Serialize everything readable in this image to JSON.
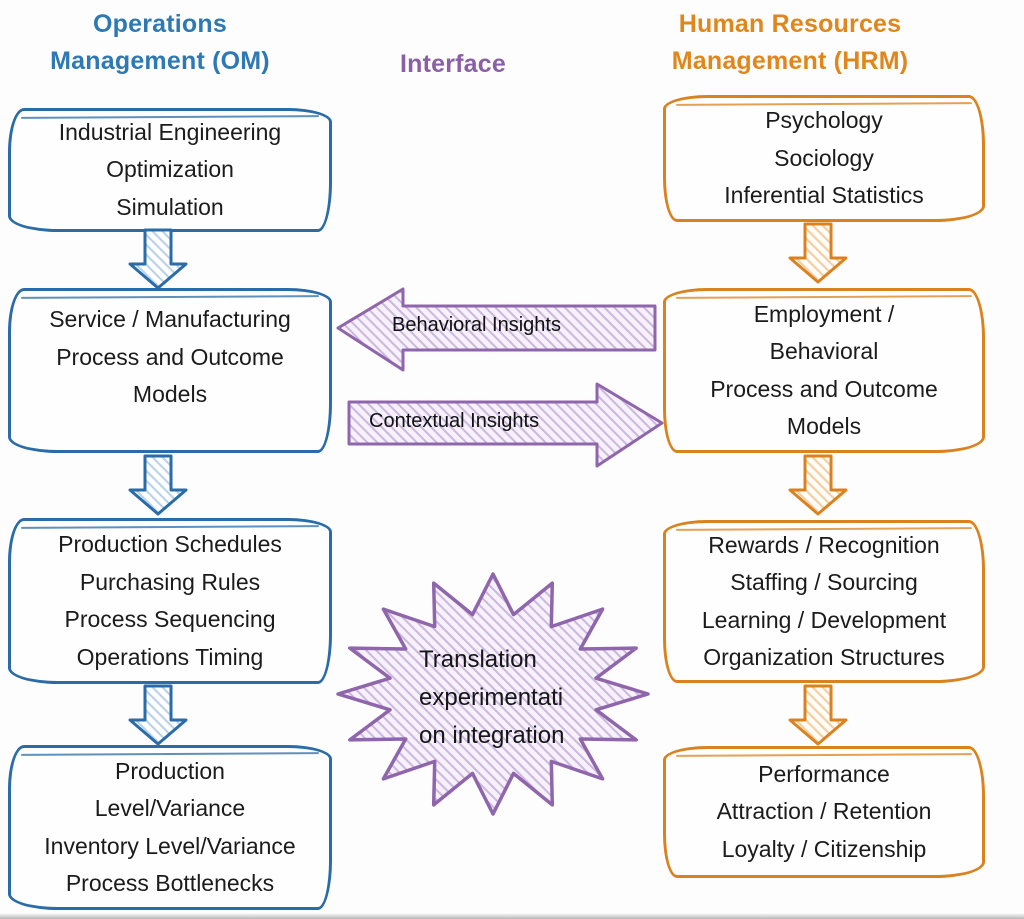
{
  "headers": {
    "om": "Operations Management (OM)",
    "interface": "Interface",
    "hrm": "Human Resources Management (HRM)"
  },
  "om_column": {
    "boxes": [
      {
        "lines": [
          "Industrial Engineering",
          "Optimization",
          "Simulation"
        ]
      },
      {
        "lines": [
          "Service / Manufacturing",
          "Process and Outcome",
          "Models"
        ]
      },
      {
        "lines": [
          "Production Schedules",
          "Purchasing Rules",
          "Process Sequencing",
          "Operations Timing"
        ]
      },
      {
        "lines": [
          "Production",
          "Level/Variance",
          "Inventory Level/Variance",
          "Process Bottlenecks"
        ]
      }
    ]
  },
  "hrm_column": {
    "boxes": [
      {
        "lines": [
          "Psychology",
          "Sociology",
          "Inferential Statistics"
        ]
      },
      {
        "lines": [
          "Employment /",
          "Behavioral",
          "Process and Outcome",
          "Models"
        ]
      },
      {
        "lines": [
          "Rewards / Recognition",
          "Staffing / Sourcing",
          "Learning / Development",
          "Organization Structures"
        ]
      },
      {
        "lines": [
          "Performance",
          "Attraction / Retention",
          "Loyalty / Citizenship"
        ]
      }
    ]
  },
  "interface_column": {
    "behavioral_label": "Behavioral Insights",
    "contextual_label": "Contextual Insights",
    "starburst_lines": [
      "Translation",
      "experimentati",
      "on integration"
    ]
  },
  "colors": {
    "om_blue_border": "#2a6ca8",
    "om_blue_header": "#2e79b4",
    "hrm_orange_border": "#d9821e",
    "hrm_orange_header": "#e0871c",
    "interface_purple": "#8f66ac",
    "box_text": "#1b1b1b"
  }
}
